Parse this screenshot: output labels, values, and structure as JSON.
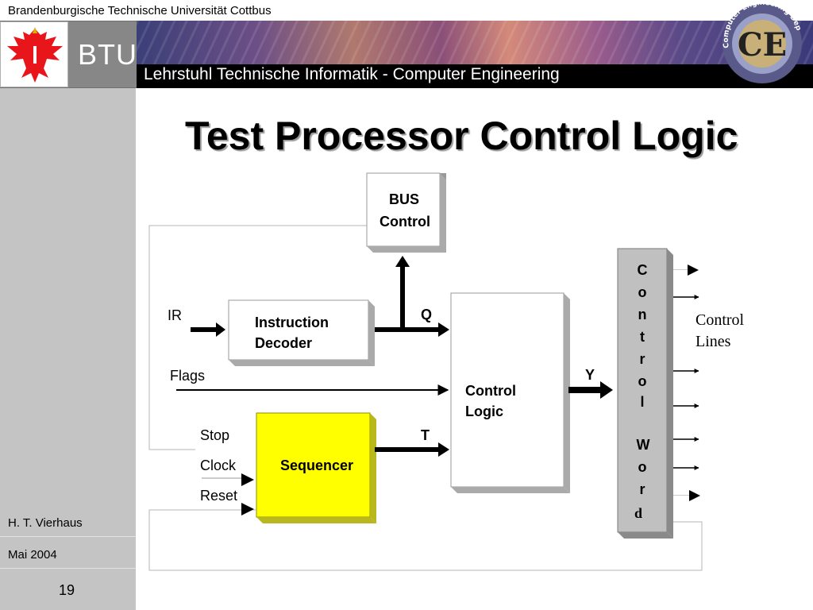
{
  "header": {
    "university": "Brandenburgische Technische Universität Cottbus",
    "btu_logo_text": "BTU",
    "chair": "Lehrstuhl Technische Informatik - Computer Engineering",
    "ce_logo_text": "CE",
    "ce_logo_ring_text": "Computer Engineering Dept."
  },
  "slide": {
    "title": "Test Processor Control Logic"
  },
  "footer": {
    "author": "H. T. Vierhaus",
    "date": "Mai 2004",
    "page": "19"
  },
  "diagram": {
    "bus_control": [
      "BUS",
      "Control"
    ],
    "instruction_decoder": [
      "Instruction",
      "Decoder"
    ],
    "sequencer": "Sequencer",
    "control_logic": [
      "Control",
      "Logic"
    ],
    "control_word_top": [
      "C",
      "o",
      "n",
      "t",
      "r",
      "o",
      "l"
    ],
    "control_word_bottom": [
      "W",
      "o",
      "r",
      "d"
    ],
    "control_lines": [
      "Control",
      "Lines"
    ],
    "inputs": {
      "ir": "IR",
      "flags": "Flags",
      "stop": "Stop",
      "clock": "Clock",
      "reset": "Reset"
    },
    "signals": {
      "q": "Q",
      "t": "T",
      "y": "Y"
    },
    "colors": {
      "sequencer_fill": "#ffff00",
      "control_word_fill": "#c0c0c0"
    }
  }
}
